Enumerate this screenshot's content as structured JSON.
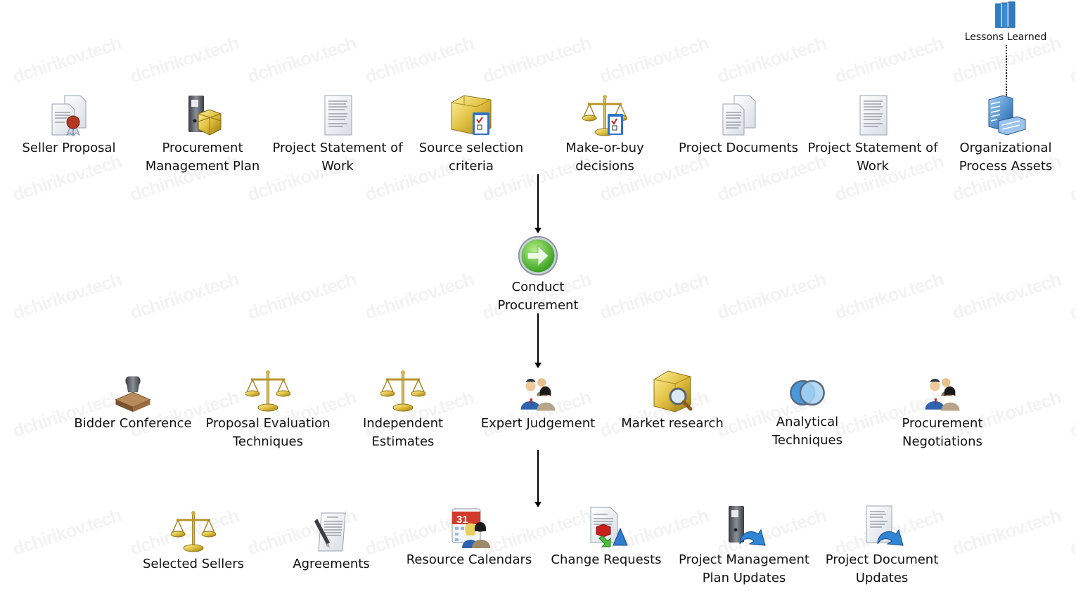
{
  "watermark": "dchirikov.tech",
  "inputs": [
    {
      "label": "Seller Proposal",
      "icon": "certificate-document-icon"
    },
    {
      "label": "Procurement\nManagement Plan",
      "icon": "binder-package-icon"
    },
    {
      "label": "Project Statement of\nWork",
      "icon": "document-icon"
    },
    {
      "label": "Source selection\ncriteria",
      "icon": "box-checklist-icon"
    },
    {
      "label": "Make-or-buy\ndecisions",
      "icon": "scales-checklist-icon"
    },
    {
      "label": "Project Documents",
      "icon": "documents-icon"
    },
    {
      "label": "Project Statement of\nWork",
      "icon": "document-icon"
    },
    {
      "label": "Organizational\nProcess Assets",
      "icon": "building-icon"
    }
  ],
  "lessons_learned": {
    "label": "Lessons Learned",
    "icon": "books-icon"
  },
  "process": {
    "label": "Conduct\nProcurement",
    "icon": "green-arrow-icon",
    "color": "#5cbf3a"
  },
  "tools": [
    {
      "label": "Bidder Conference",
      "icon": "stamp-icon"
    },
    {
      "label": "Proposal Evaluation\nTechniques",
      "icon": "scales-icon"
    },
    {
      "label": "Independent\nEstimates",
      "icon": "scales-icon"
    },
    {
      "label": "Expert Judgement",
      "icon": "people-group-icon"
    },
    {
      "label": "Market research",
      "icon": "box-magnifier-icon"
    },
    {
      "label": "Analytical\nTechniques",
      "icon": "venn-circles-icon"
    },
    {
      "label": "Procurement\nNegotiations",
      "icon": "people-group-icon"
    }
  ],
  "outputs": [
    {
      "label": "Selected Sellers",
      "icon": "scales-icon"
    },
    {
      "label": "Agreements",
      "icon": "contract-pen-icon"
    },
    {
      "label": "Resource Calendars",
      "icon": "calendar-people-icon"
    },
    {
      "label": "Change Requests",
      "icon": "change-request-icon"
    },
    {
      "label": "Project Management\nPlan Updates",
      "icon": "binder-update-icon"
    },
    {
      "label": "Project Document\nUpdates",
      "icon": "document-update-icon"
    }
  ]
}
